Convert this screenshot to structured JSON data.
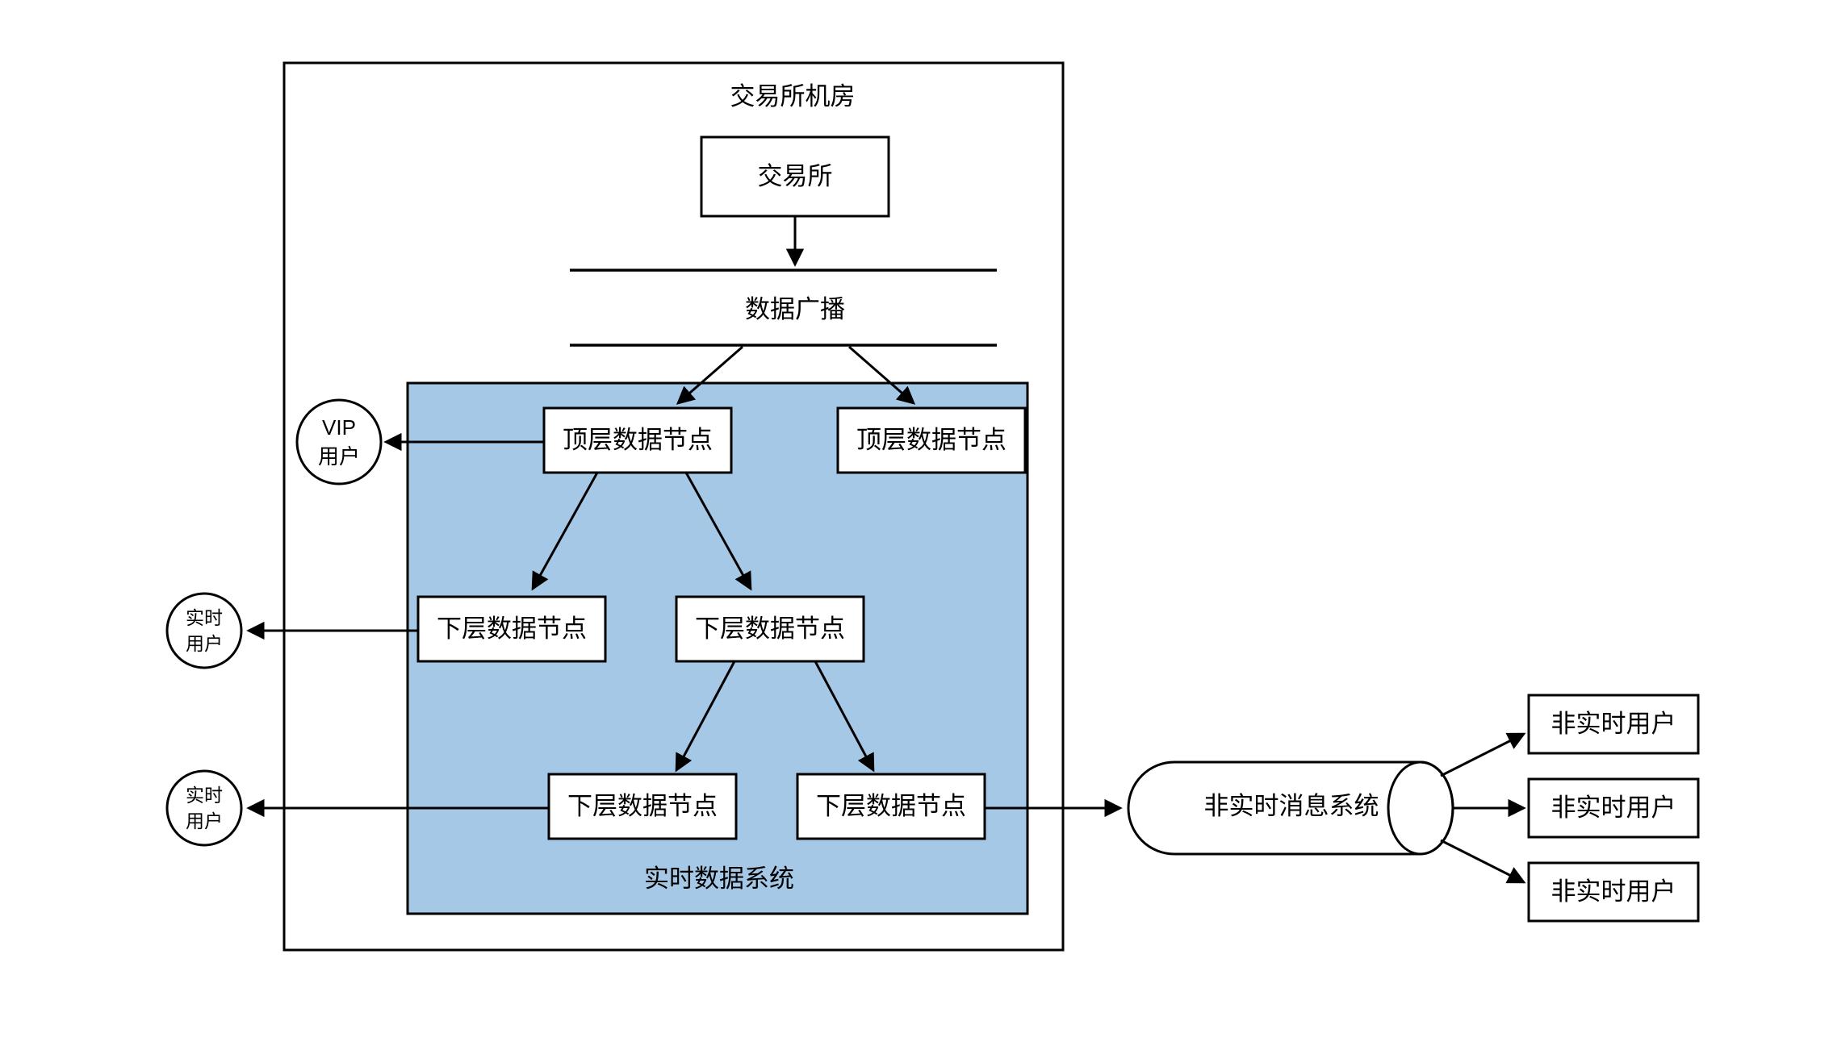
{
  "diagram": {
    "title": "交易所机房",
    "colors": {
      "realtime_panel_fill": "#a6c8e7",
      "node_fill": "#ffffff",
      "stroke": "#000000",
      "background": "#ffffff"
    },
    "containers": [
      {
        "id": "exchange-room",
        "label": "交易所机房"
      },
      {
        "id": "realtime-data-system",
        "label": "实时数据系统"
      }
    ],
    "nodes": {
      "exchange": "交易所",
      "data_broadcast": "数据广播",
      "top_node_left": "顶层数据节点",
      "top_node_right": "顶层数据节点",
      "mid_node_left": "下层数据节点",
      "mid_node_right": "下层数据节点",
      "bottom_node_left": "下层数据节点",
      "bottom_node_right": "下层数据节点",
      "message_system": "非实时消息系统",
      "realtime_system_label": "实时数据系统"
    },
    "actors": {
      "vip_user_line1": "VIP",
      "vip_user_line2": "用户",
      "realtime_user_1_line1": "实时",
      "realtime_user_1_line2": "用户",
      "realtime_user_2_line1": "实时",
      "realtime_user_2_line2": "用户",
      "offline_user_1": "非实时用户",
      "offline_user_2": "非实时用户",
      "offline_user_3": "非实时用户"
    }
  }
}
